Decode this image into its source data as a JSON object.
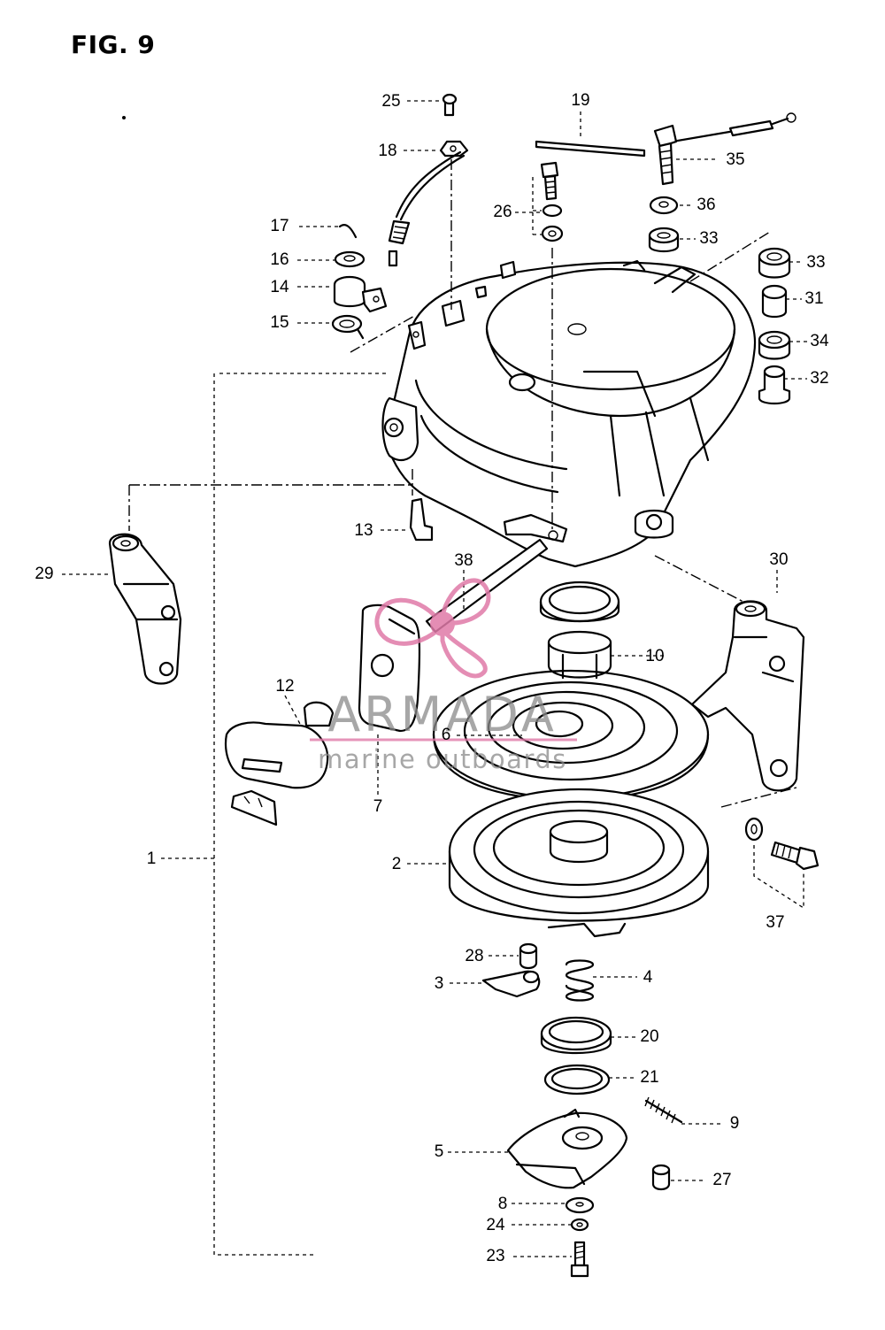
{
  "figure": {
    "title": "FIG. 9"
  },
  "parts": [
    {
      "id": "p25",
      "label": "25"
    },
    {
      "id": "p19",
      "label": "19"
    },
    {
      "id": "p18",
      "label": "18"
    },
    {
      "id": "p35",
      "label": "35"
    },
    {
      "id": "p26",
      "label": "26"
    },
    {
      "id": "p36",
      "label": "36"
    },
    {
      "id": "p17",
      "label": "17"
    },
    {
      "id": "p33a",
      "label": "33"
    },
    {
      "id": "p33b",
      "label": "33"
    },
    {
      "id": "p16",
      "label": "16"
    },
    {
      "id": "p14",
      "label": "14"
    },
    {
      "id": "p31",
      "label": "31"
    },
    {
      "id": "p15",
      "label": "15"
    },
    {
      "id": "p34",
      "label": "34"
    },
    {
      "id": "p32",
      "label": "32"
    },
    {
      "id": "p13",
      "label": "13"
    },
    {
      "id": "p38",
      "label": "38"
    },
    {
      "id": "p30",
      "label": "30"
    },
    {
      "id": "p29",
      "label": "29"
    },
    {
      "id": "p10",
      "label": "10"
    },
    {
      "id": "p12",
      "label": "12"
    },
    {
      "id": "p6",
      "label": "6"
    },
    {
      "id": "p7",
      "label": "7"
    },
    {
      "id": "p1",
      "label": "1"
    },
    {
      "id": "p2",
      "label": "2"
    },
    {
      "id": "p37",
      "label": "37"
    },
    {
      "id": "p28",
      "label": "28"
    },
    {
      "id": "p4",
      "label": "4"
    },
    {
      "id": "p3",
      "label": "3"
    },
    {
      "id": "p20",
      "label": "20"
    },
    {
      "id": "p21",
      "label": "21"
    },
    {
      "id": "p9",
      "label": "9"
    },
    {
      "id": "p5",
      "label": "5"
    },
    {
      "id": "p27",
      "label": "27"
    },
    {
      "id": "p8",
      "label": "8"
    },
    {
      "id": "p24",
      "label": "24"
    },
    {
      "id": "p23",
      "label": "23"
    }
  ],
  "watermark": {
    "brand": "ARMADA",
    "tagline": "marine outboards",
    "color": "#e07aa8"
  }
}
